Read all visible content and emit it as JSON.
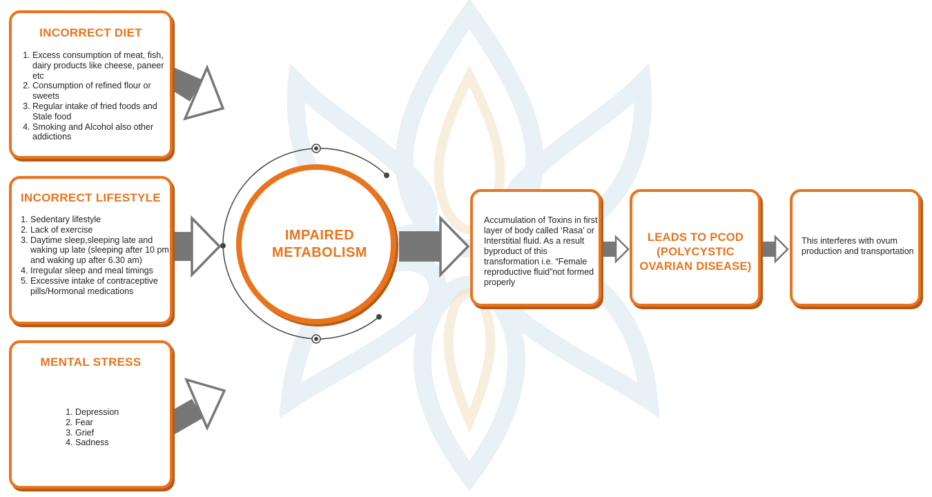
{
  "diet": {
    "title": "INCORRECT DIET",
    "items": [
      "Excess consumption of meat, fish, dairy products like cheese, paneer etc",
      "Consumption of refined flour or sweets",
      "Regular intake of fried foods and Stale food",
      "Smoking and Alcohol also other addictions"
    ]
  },
  "lifestyle": {
    "title": "INCORRECT LIFESTYLE",
    "items": [
      "Sedentary lifestyle",
      "Lack of exercise",
      "Daytime sleep,sleeping late and waking up late (sleeping after 10 pm and waking up after 6.30 am)",
      "Irregular sleep and meal timings",
      "Excessive intake of contraceptive pills/Hormonal medications"
    ]
  },
  "stress": {
    "title": "MENTAL STRESS",
    "items": [
      "Depression",
      "Fear",
      "Grief",
      "Sadness"
    ]
  },
  "center": {
    "title": "IMPAIRED METABOLISM"
  },
  "toxins": {
    "text": "Accumulation of Toxins in first layer of body called ‘Rasa’ or Interstitial fluid. As a result byproduct of this transformation i.e. “Female reproductive fluid”not formed  properly"
  },
  "pcod": {
    "title": "LEADS TO PCOD (POLYCYSTIC OVARIAN DISEASE)"
  },
  "ovum": {
    "text": "This interferes with ovum production and transportation"
  },
  "colors": {
    "accent": "#e8741d",
    "shadow": "#b65a17",
    "arrow": "#777777",
    "watermark": "#cfe1ea"
  }
}
